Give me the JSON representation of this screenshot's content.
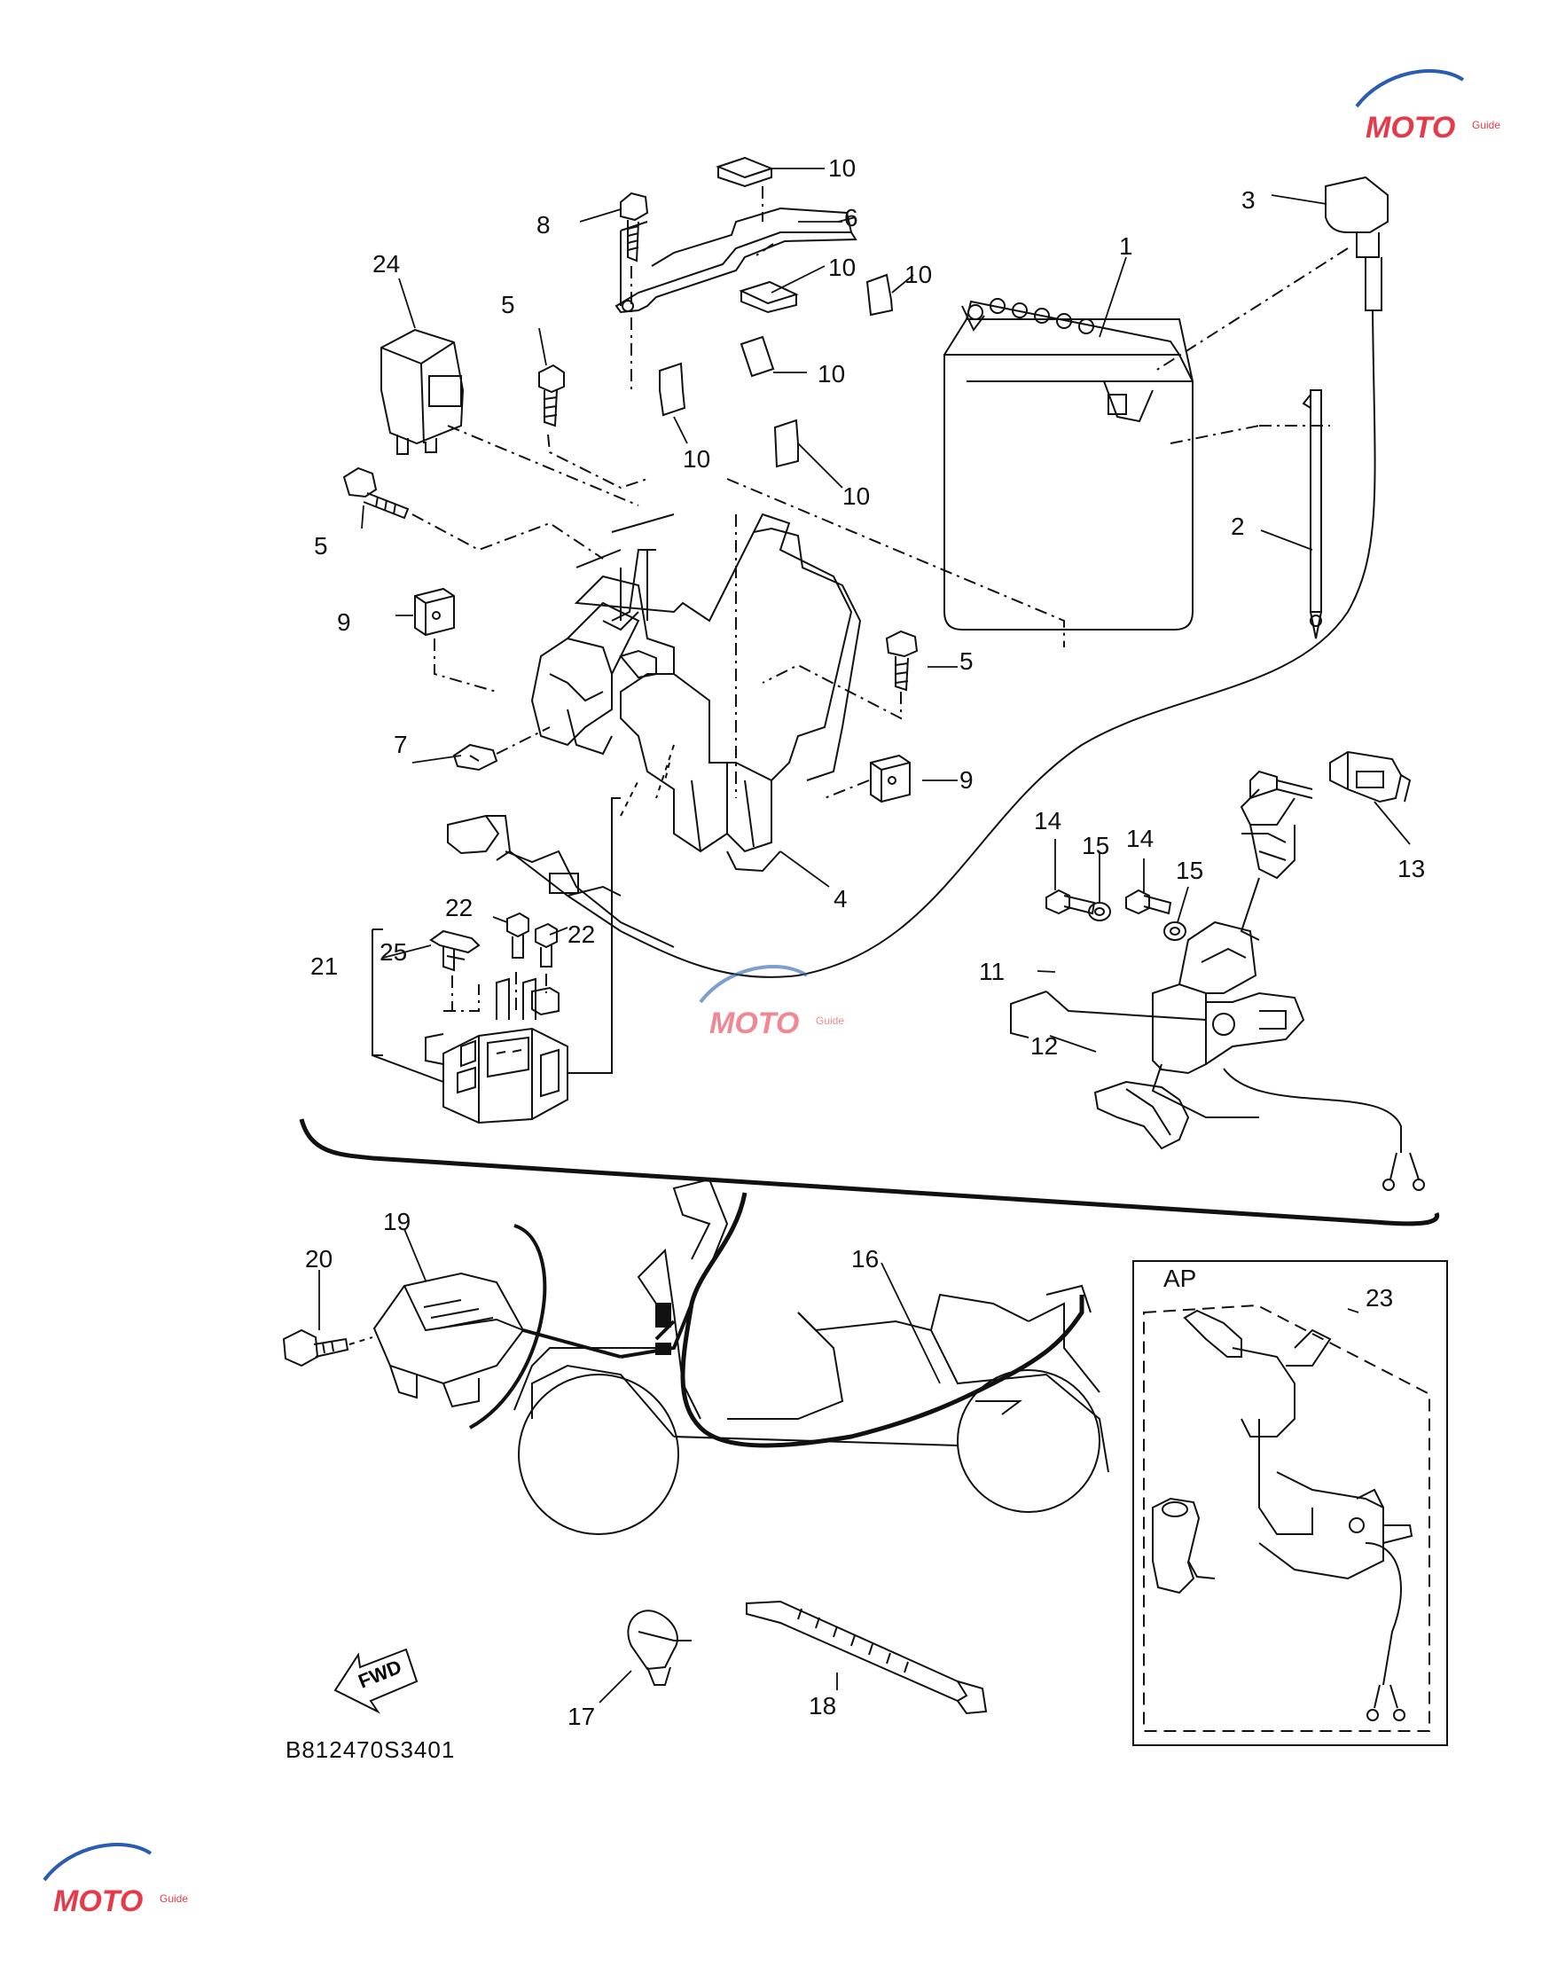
{
  "diagram": {
    "drawing_code": "B812470S3401",
    "box_label": "AP",
    "fwd_label": "FWD",
    "watermark_text": "MOTO",
    "watermark_subtext": "Guide",
    "callouts": {
      "n1": "1",
      "n2": "2",
      "n3": "3",
      "n4": "4",
      "n5a": "5",
      "n5b": "5",
      "n5c": "5",
      "n6": "6",
      "n7": "7",
      "n8": "8",
      "n9a": "9",
      "n9b": "9",
      "n10a": "10",
      "n10b": "10",
      "n10c": "10",
      "n10d": "10",
      "n10e": "10",
      "n10f": "10",
      "n11": "11",
      "n12": "12",
      "n13": "13",
      "n14a": "14",
      "n14b": "14",
      "n15a": "15",
      "n15b": "15",
      "n16": "16",
      "n17": "17",
      "n18": "18",
      "n19": "19",
      "n20": "20",
      "n21": "21",
      "n22a": "22",
      "n22b": "22",
      "n23": "23",
      "n24": "24",
      "n25": "25"
    }
  },
  "colors": {
    "line": "#111111",
    "watermark_red": "#e53a4a",
    "watermark_blue": "#2a5db0"
  }
}
